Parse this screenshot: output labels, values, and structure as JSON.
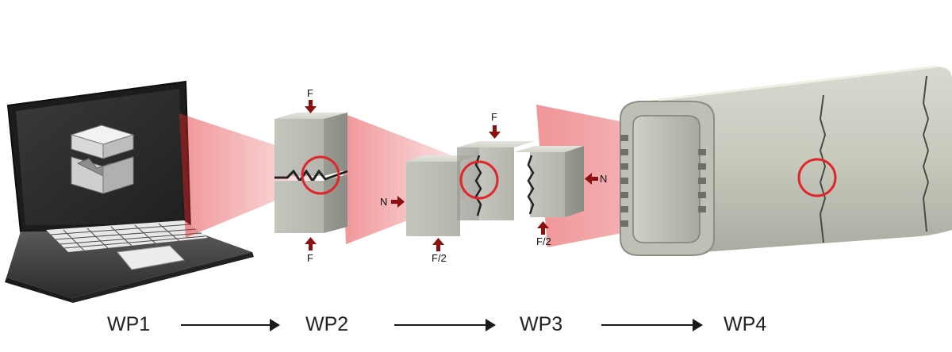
{
  "colors": {
    "accent": "#e0262b",
    "force_arrow": "#8b1010"
  },
  "stages": [
    {
      "label": "WP1"
    },
    {
      "label": "WP2"
    },
    {
      "label": "WP3"
    },
    {
      "label": "WP4"
    }
  ],
  "wp2": {
    "force_top": "F",
    "force_bottom": "F"
  },
  "wp3": {
    "force_top": "F",
    "normal_left": "N",
    "normal_right": "N",
    "support_left": "F/2",
    "support_right": "F/2"
  },
  "icons": {
    "laptop": "laptop-icon",
    "shear_key_model": "shear-key-model-icon",
    "test_specimen": "concrete-specimen-icon",
    "segment": "tunnel-segment-icon"
  }
}
